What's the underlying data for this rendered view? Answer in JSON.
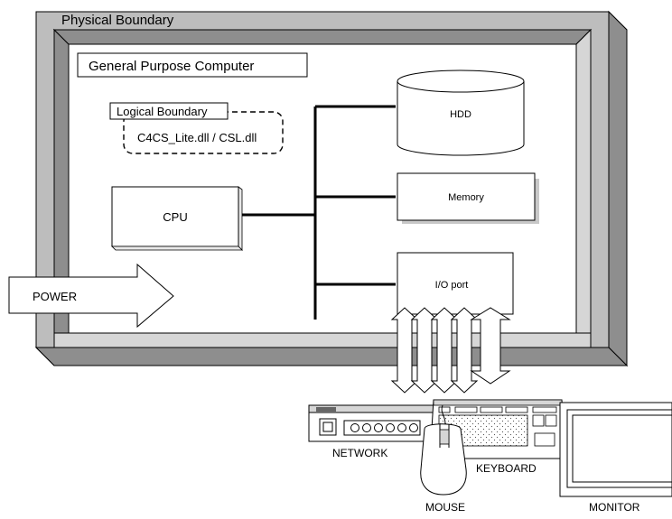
{
  "physical_boundary": "Physical Boundary",
  "computer_label": "General Purpose Computer",
  "logical_boundary": {
    "label": "Logical Boundary",
    "content": "C4CS_Lite.dll / CSL.dll"
  },
  "components": {
    "cpu": "CPU",
    "hdd": "HDD",
    "memory": "Memory",
    "io_port": "I/O port"
  },
  "power": "POWER",
  "peripherals": {
    "network": "NETWORK",
    "keyboard": "KEYBOARD",
    "mouse": "MOUSE",
    "monitor": "MONITOR"
  }
}
